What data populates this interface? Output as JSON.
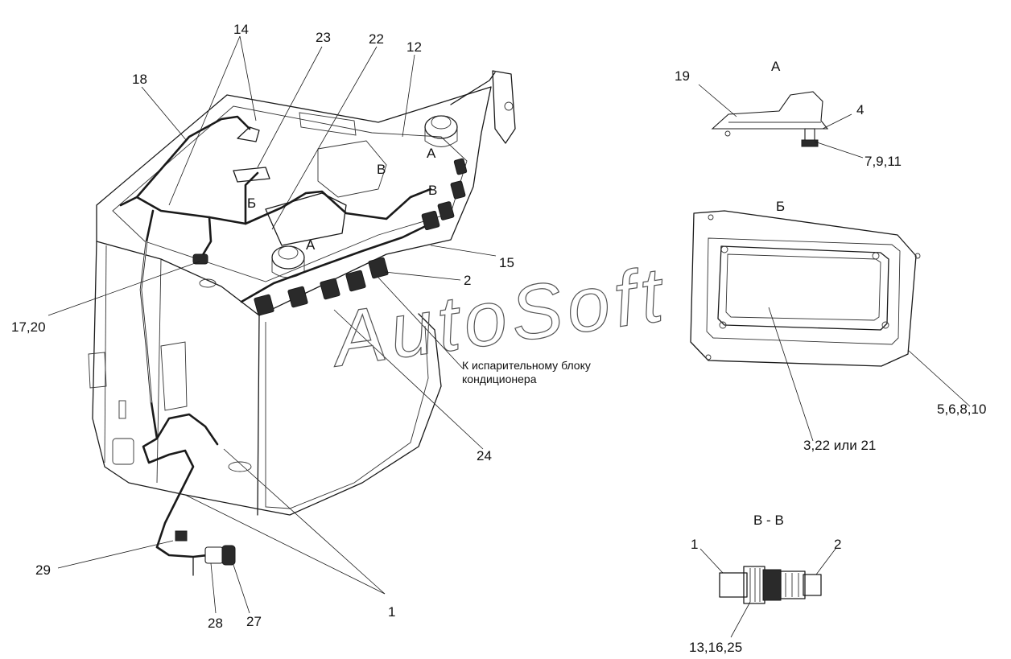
{
  "watermark": "AutoSoft",
  "callouts": {
    "c14": "14",
    "c23": "23",
    "c22": "22",
    "c12": "12",
    "c18": "18",
    "c15": "15",
    "c2": "2",
    "c17_20": "17,20",
    "c24": "24",
    "c29": "29",
    "c28": "28",
    "c27": "27",
    "c1": "1"
  },
  "section_marks": {
    "a_upper": "А",
    "a_lower": "А",
    "b_cyr": "Б",
    "v_upper": "В",
    "v_lower": "В"
  },
  "note": {
    "line1": "К испарительному блоку",
    "line2": "кондиционера"
  },
  "view_a": {
    "title": "А",
    "c19": "19",
    "c4": "4",
    "c7_9_11": "7,9,11"
  },
  "view_b": {
    "title": "Б",
    "c5_6_8_10": "5,6,8,10",
    "c3_22_21": "3,22 или 21"
  },
  "view_vv": {
    "title": "В - В",
    "c1": "1",
    "c2": "2",
    "c13_16_25": "13,16,25"
  }
}
